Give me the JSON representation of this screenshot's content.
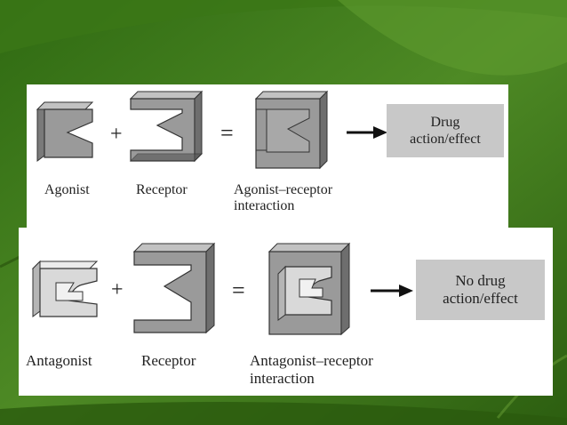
{
  "scene": {
    "top": {
      "plus": "+",
      "equals": "=",
      "agonist_label": "Agonist",
      "receptor_label": "Receptor",
      "interaction_line1": "Agonist–receptor",
      "interaction_line2": "interaction",
      "result_line1": "Drug",
      "result_line2": "action/effect"
    },
    "bottom": {
      "plus": "+",
      "equals": "=",
      "antagonist_label": "Antagonist",
      "receptor_label": "Receptor",
      "interaction_line1": "Antagonist–receptor",
      "interaction_line2": "interaction",
      "result_line1": "No drug",
      "result_line2": "action/effect"
    }
  },
  "colors": {
    "leaf_background": "#3f7a1c",
    "panel": "#ffffff",
    "shape_gray": "#9a9a9a",
    "shape_light": "#d9d9d9",
    "result_box": "#c8c8c8",
    "arrow": "#111111"
  }
}
